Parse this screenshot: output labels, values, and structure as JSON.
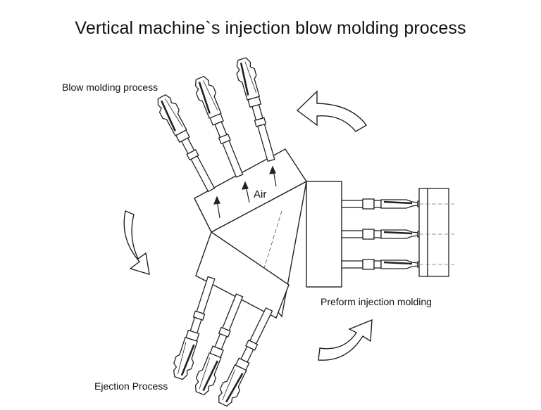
{
  "title": "Vertical machine`s injection blow molding process",
  "labels": {
    "blow": "Blow molding process",
    "air": "Air",
    "injection": "Preform injection molding",
    "ejection": "Ejection Process"
  },
  "colors": {
    "line": "#222222",
    "background": "#ffffff"
  },
  "icons": [
    "rotation-arrow-icon"
  ]
}
